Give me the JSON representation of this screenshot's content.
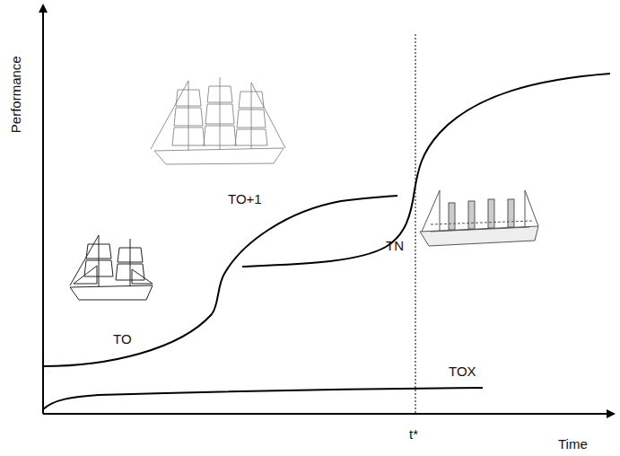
{
  "diagram": {
    "labels": [
      "Performance",
      "Time",
      "t*",
      "TO",
      "TO+1",
      "TN",
      "TOX"
    ]
  }
}
